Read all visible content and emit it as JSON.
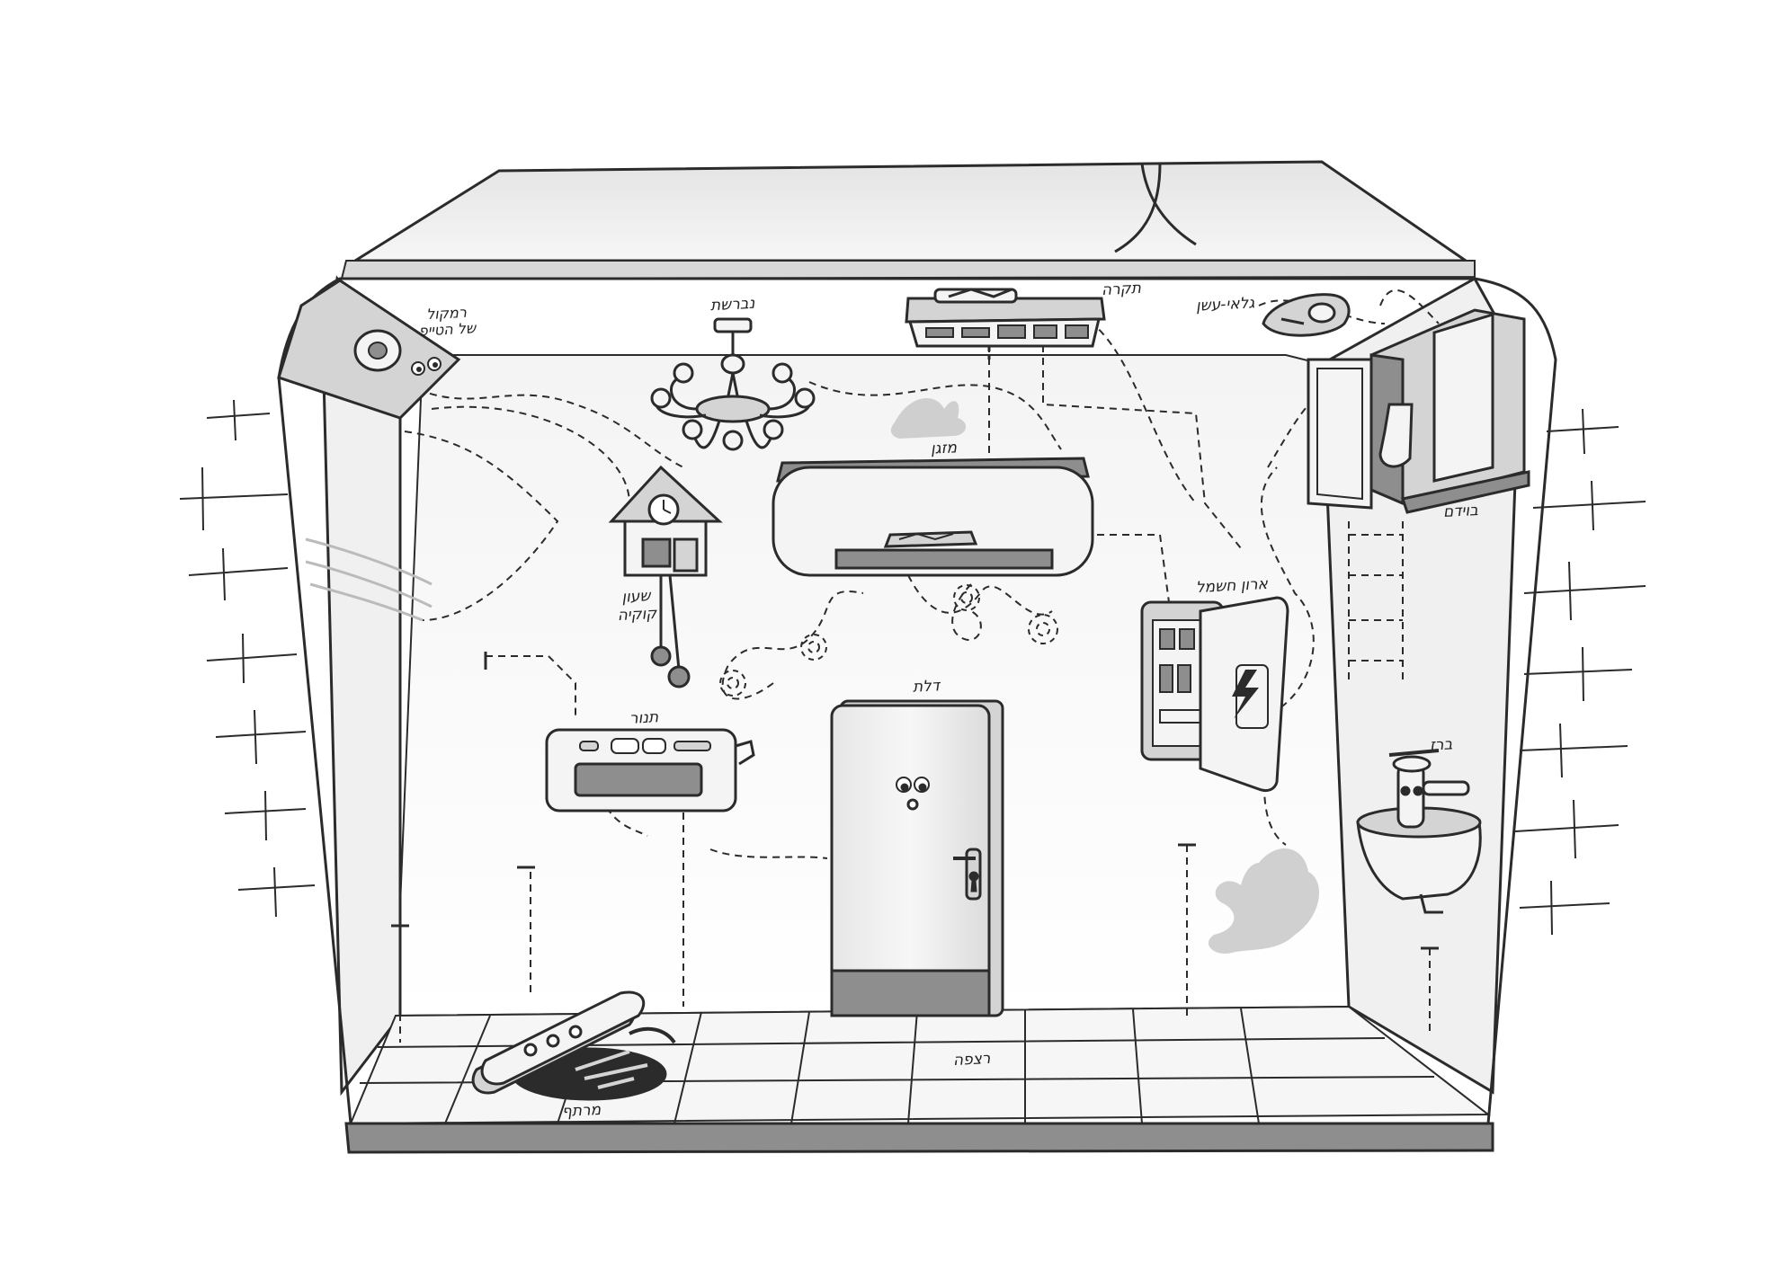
{
  "labels": {
    "speaker": "רמקול של הטייפ",
    "chandelier": "נברשת",
    "ceiling": "תקרה",
    "smoke_detector": "גלאי-עשן",
    "air_conditioner": "מזגן",
    "cuckoo_clock": "שעון קוקיה",
    "cabinet": "בוידם",
    "electric_cabinet": "ארון חשמל",
    "heater": "תנור",
    "door": "דלת",
    "faucet": "ברז",
    "floor": "רצפה",
    "basement": "מרתף"
  },
  "colors": {
    "line": "#2b2b2b",
    "light_fill": "#f2f2f2",
    "mid_fill": "#d4d4d4",
    "dark_fill": "#8e8e8e",
    "dust": "#c8c8c8"
  }
}
